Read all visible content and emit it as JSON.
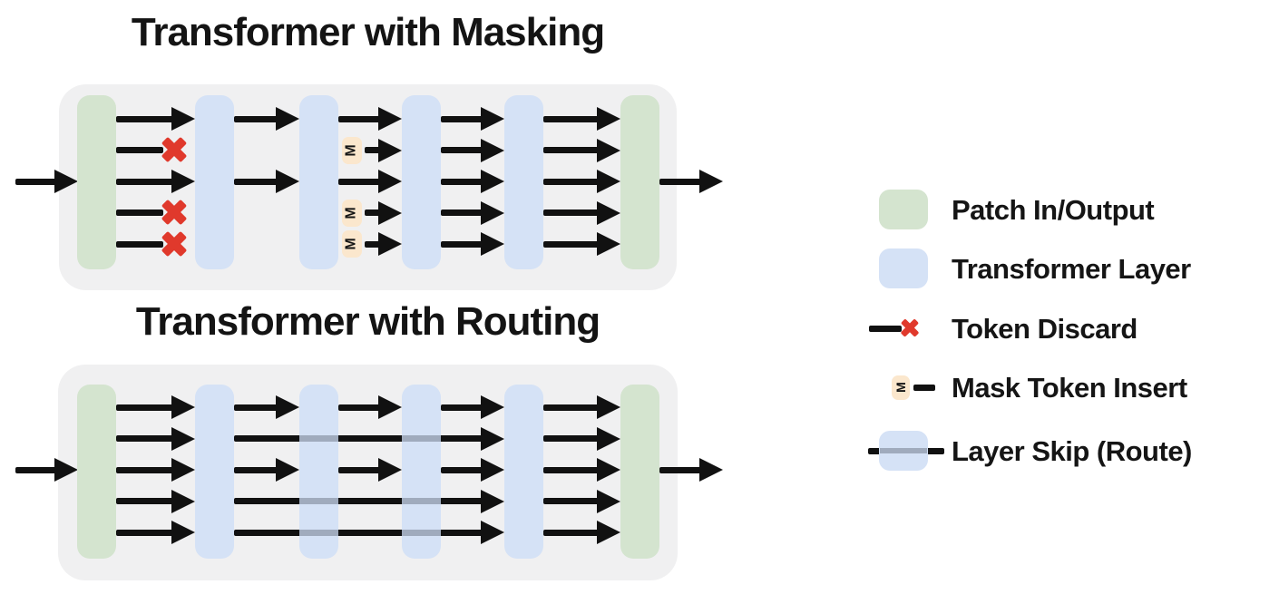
{
  "colors": {
    "patch_green": "#d4e4cf",
    "layer_blue": "#d5e2f6",
    "panel_bg": "#f0f0f1",
    "arrow_black": "#111111",
    "discard_red": "#e0392c",
    "mask_peach": "#fbe7cd",
    "skip_gray": "#a0abbd",
    "title_text": "#141414"
  },
  "mask_letter": "M",
  "columns": [
    "patch",
    "layer",
    "layer",
    "layer",
    "layer",
    "patch"
  ],
  "panels": [
    {
      "title": "Transformer with Masking",
      "tokens": [
        {
          "segments": [
            "pass",
            "pass",
            "pass",
            "pass",
            "pass"
          ]
        },
        {
          "segments": [
            "discard",
            "none",
            "mask",
            "pass",
            "pass"
          ]
        },
        {
          "segments": [
            "pass",
            "pass",
            "pass",
            "pass",
            "pass"
          ]
        },
        {
          "segments": [
            "discard",
            "none",
            "mask",
            "pass",
            "pass"
          ]
        },
        {
          "segments": [
            "discard",
            "none",
            "mask",
            "pass",
            "pass"
          ]
        }
      ]
    },
    {
      "title": "Transformer with Routing",
      "tokens": [
        {
          "segments": [
            "pass",
            "pass",
            "pass",
            "pass",
            "pass"
          ]
        },
        {
          "segments": [
            "pass",
            "skip",
            "skip",
            "skip",
            "pass"
          ]
        },
        {
          "segments": [
            "pass",
            "pass",
            "pass",
            "pass",
            "pass"
          ]
        },
        {
          "segments": [
            "pass",
            "skip",
            "skip",
            "skip",
            "pass"
          ]
        },
        {
          "segments": [
            "pass",
            "skip",
            "skip",
            "skip",
            "pass"
          ]
        }
      ]
    }
  ],
  "legend": {
    "items": [
      {
        "id": "patch",
        "label": "Patch In/Output"
      },
      {
        "id": "layer",
        "label": "Transformer Layer"
      },
      {
        "id": "discard",
        "label": "Token Discard"
      },
      {
        "id": "mask",
        "label": "Mask Token Insert"
      },
      {
        "id": "skip",
        "label": "Layer Skip (Route)"
      }
    ]
  }
}
